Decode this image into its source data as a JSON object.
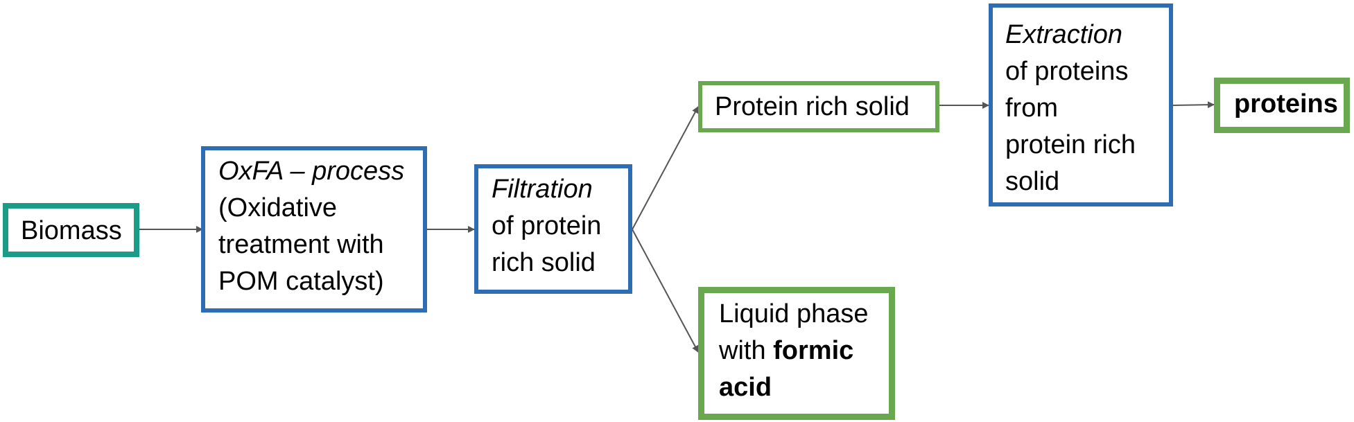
{
  "colors": {
    "process_border": "#2e6db4",
    "product_border": "#6aa84f",
    "input_border": "#1a9c86",
    "arrow": "#555555"
  },
  "nodes": {
    "biomass": {
      "label": "Biomass"
    },
    "oxfa": {
      "title": "OxFA – process",
      "line1": "(Oxidative",
      "line2": "treatment with",
      "line3": "POM catalyst)"
    },
    "filtration": {
      "title": "Filtration",
      "line1": "of protein",
      "line2": "rich solid"
    },
    "protein_solid": {
      "label": "Protein rich solid"
    },
    "liquid": {
      "line1": "Liquid phase",
      "line2_prefix": "with ",
      "line2_bold": "formic",
      "line3_bold": "acid"
    },
    "extraction": {
      "title": "Extraction",
      "line1": "of proteins",
      "line2": "from",
      "line3": "protein rich",
      "line4": "solid"
    },
    "proteins": {
      "label": "proteins"
    }
  },
  "edges": [
    {
      "from": "biomass",
      "to": "oxfa"
    },
    {
      "from": "oxfa",
      "to": "filtration"
    },
    {
      "from": "filtration",
      "to": "protein_solid"
    },
    {
      "from": "filtration",
      "to": "liquid"
    },
    {
      "from": "protein_solid",
      "to": "extraction"
    },
    {
      "from": "extraction",
      "to": "proteins"
    }
  ]
}
